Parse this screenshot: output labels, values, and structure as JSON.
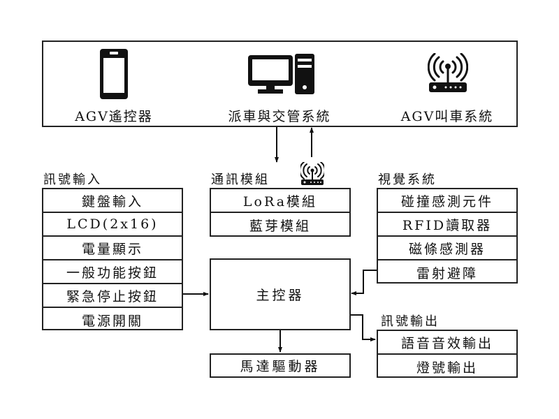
{
  "top_systems": [
    {
      "label": "AGV遙控器",
      "icon": "smartphone-icon"
    },
    {
      "label": "派車與交管系統",
      "icon": "desktop-computer-icon"
    },
    {
      "label": "AGV叫車系統",
      "icon": "wireless-router-icon"
    }
  ],
  "signal_input": {
    "title": "訊號輸入",
    "items": [
      "鍵盤輸入",
      "LCD(2x16)",
      "電量顯示",
      "一般功能按鈕",
      "緊急停止按鈕",
      "電源開關"
    ]
  },
  "comm_module": {
    "title": "通訊模組",
    "icon": "wireless-router-icon",
    "items": [
      "LoRa模組",
      "藍芽模組"
    ]
  },
  "vision_system": {
    "title": "視覺系統",
    "items": [
      "碰撞感測元件",
      "RFID讀取器",
      "磁條感測器",
      "雷射避障"
    ]
  },
  "main_controller": {
    "label": "主控器"
  },
  "signal_output": {
    "title": "訊號輸出",
    "items": [
      "語音音效輸出",
      "燈號輸出"
    ]
  },
  "motor_driver": {
    "label": "馬達驅動器"
  }
}
